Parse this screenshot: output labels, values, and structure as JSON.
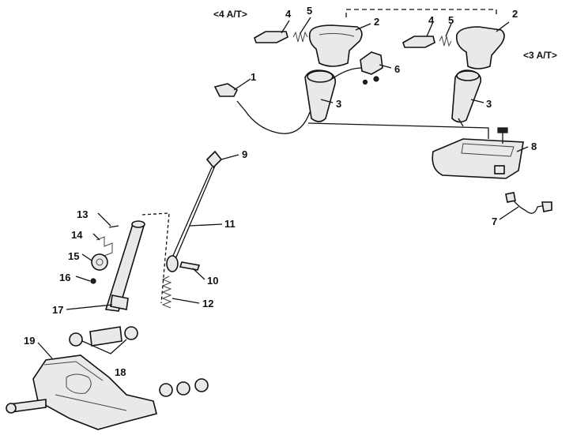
{
  "diagram": {
    "variant_labels": {
      "four_at": "<4 A/T>",
      "three_at": "<3 A/T>"
    },
    "callouts": [
      "1",
      "2",
      "3",
      "4",
      "5",
      "6",
      "7",
      "8",
      "9",
      "10",
      "11",
      "12",
      "13",
      "14",
      "15",
      "16",
      "17",
      "18",
      "19"
    ],
    "callouts_right": {
      "two": "2",
      "three": "3",
      "four": "4",
      "five": "5"
    }
  }
}
